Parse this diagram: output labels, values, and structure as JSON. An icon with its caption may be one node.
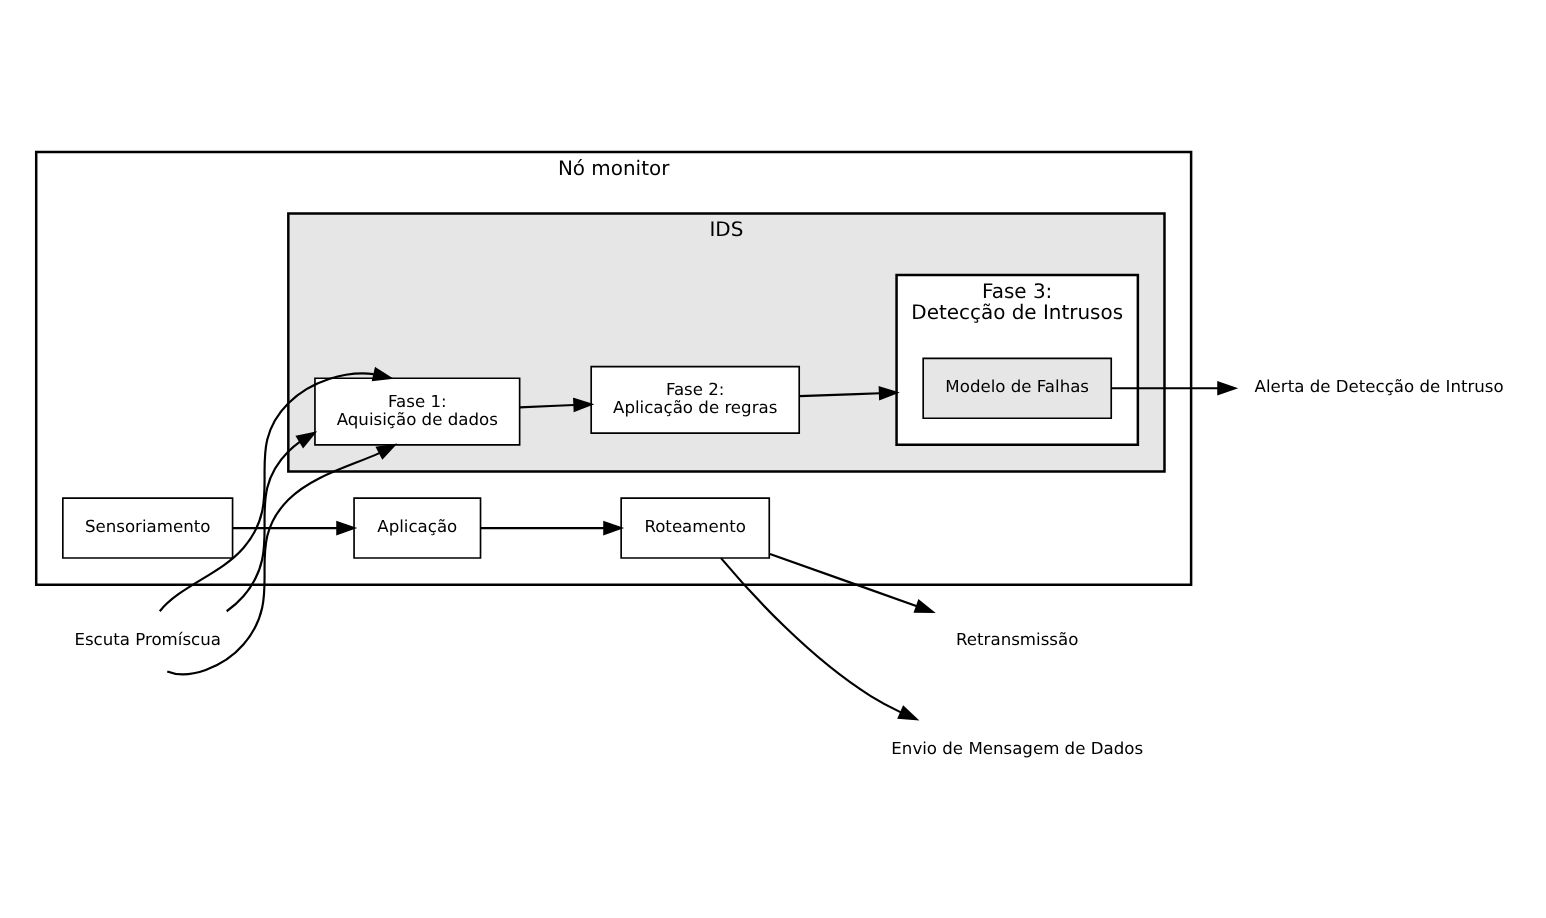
{
  "diagram": {
    "nodes": [
      {
        "text": [
          "Nó monitor"
        ]
      },
      {
        "text": [
          "Sensoriamento"
        ],
        "in": 0
      },
      {
        "text": [
          "Aplicação"
        ],
        "in": 0
      },
      {
        "text": [
          "Roteamento"
        ],
        "in": 0
      },
      {
        "text": [
          "IDS"
        ],
        "in": 0
      },
      {
        "text": [
          "Fase 1:",
          "Aquisição de dados"
        ],
        "in": 4
      },
      {
        "text": [
          "Fase 2:",
          "Aplicação de regras"
        ],
        "in": 4
      },
      {
        "text": [
          "Fase 3:",
          "Detecção de Intrusos"
        ],
        "in": 4
      },
      {
        "text": [
          "Modelo de Falhas"
        ],
        "in": 7
      },
      {
        "text": [
          "Escuta Promíscua"
        ]
      },
      {
        "text": [
          "Retransmissão"
        ]
      },
      {
        "text": [
          "Envio de Mensagem de Dados"
        ]
      },
      {
        "text": [
          "Alerta de Detecção de Intruso"
        ]
      }
    ],
    "edges": [
      {
        "from": 1,
        "to": 2,
        "arrow": "to"
      },
      {
        "from": 2,
        "to": 3,
        "arrow": "to"
      },
      {
        "from": 3,
        "to": 10,
        "arrow": "to"
      },
      {
        "from": 3,
        "to": 11,
        "arrow": "to"
      },
      {
        "from": 9,
        "to": 5,
        "arrow": "to"
      },
      {
        "from": 9,
        "to": 5,
        "arrow": "to"
      },
      {
        "from": 9,
        "to": 5,
        "arrow": "to"
      },
      {
        "from": 5,
        "to": 6,
        "arrow": "to"
      },
      {
        "from": 6,
        "to": 7,
        "arrow": "to"
      },
      {
        "from": 8,
        "to": 12,
        "arrow": "to"
      }
    ]
  }
}
